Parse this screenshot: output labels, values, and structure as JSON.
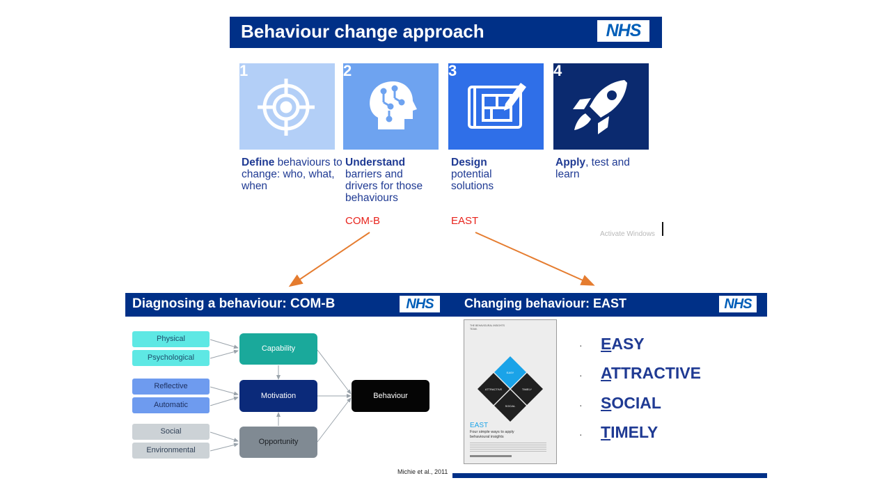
{
  "top": {
    "title": "Behaviour change approach",
    "logo": "NHS"
  },
  "steps": [
    {
      "number": "1",
      "title": "Define",
      "rest": " behaviours to change: who, what, when",
      "icon": "target-icon",
      "color": "#b3cff7"
    },
    {
      "number": "2",
      "title": "Understand",
      "rest": " barriers and drivers for those behaviours",
      "icon": "brain-circuit-icon",
      "color": "#6ea3f0"
    },
    {
      "number": "3",
      "title": "Design",
      "rest": " potential solutions",
      "icon": "blueprint-pencil-icon",
      "color": "#2f6fe8"
    },
    {
      "number": "4",
      "title": "Apply",
      "rest": ", test and learn",
      "icon": "rocket-icon",
      "color": "#0b2a6f"
    }
  ],
  "methods": {
    "comb": "COM-B",
    "east": "EAST"
  },
  "watermark": "Activate Windows",
  "comb_panel": {
    "title": "Diagnosing a behaviour: COM-B",
    "logo": "NHS",
    "inputs": [
      "Physical",
      "Psychological",
      "Reflective",
      "Automatic",
      "Social",
      "Environmental"
    ],
    "components": [
      "Capability",
      "Motivation",
      "Opportunity"
    ],
    "outcome": "Behaviour",
    "citation": "Michie et al., 2011"
  },
  "east_panel": {
    "title": "Changing behaviour: EAST",
    "logo": "NHS",
    "cover": {
      "header": "THE BEHAVIOURAL INSIGHTS TEAM.",
      "diamonds": [
        "EASY",
        "ATTRACTIVE",
        "TIMELY",
        "SOCIAL"
      ],
      "title": "EAST",
      "subtitle": "Four simple ways to apply behavioural insights"
    },
    "items": [
      {
        "first": "E",
        "rest": "ASY"
      },
      {
        "first": "A",
        "rest": "TTRACTIVE"
      },
      {
        "first": "S",
        "rest": "OCIAL"
      },
      {
        "first": "T",
        "rest": "IMELY"
      }
    ]
  },
  "colors": {
    "nhs_blue": "#003087",
    "accent_red": "#e8231c",
    "arrow_orange": "#e57c2f",
    "capability": "#1aa99b",
    "motivation": "#0b2a7a",
    "opportunity": "#808a93",
    "cb_input": "#5ee8e4",
    "mot_input": "#6e9bef",
    "opp_input": "#ccd2d6"
  }
}
